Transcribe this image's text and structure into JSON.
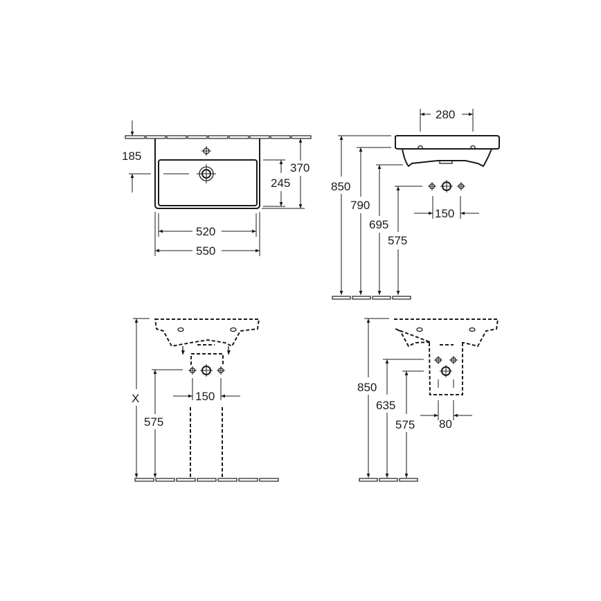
{
  "diagram": {
    "type": "technical-drawing",
    "subject": "Washbasin installation dimensions",
    "units": "mm",
    "views": {
      "top_view": {
        "dimensions": {
          "tap_hole_offset": "185",
          "overall_depth": "370",
          "bowl_depth": "245",
          "bowl_width": "520",
          "overall_width": "550"
        }
      },
      "side_view": {
        "dimensions": {
          "fixing_spacing": "280",
          "rim_height": "850",
          "underside_height": "790",
          "waste_height": "695",
          "supply_height": "575",
          "supply_spacing": "150"
        }
      },
      "pedestal_view": {
        "dimensions": {
          "variable_height": "X",
          "supply_height": "575",
          "supply_spacing": "150"
        }
      },
      "semi_pedestal_view": {
        "dimensions": {
          "rim_height": "850",
          "waste_height": "635",
          "supply_height": "575",
          "supply_spacing": "80"
        }
      }
    }
  }
}
